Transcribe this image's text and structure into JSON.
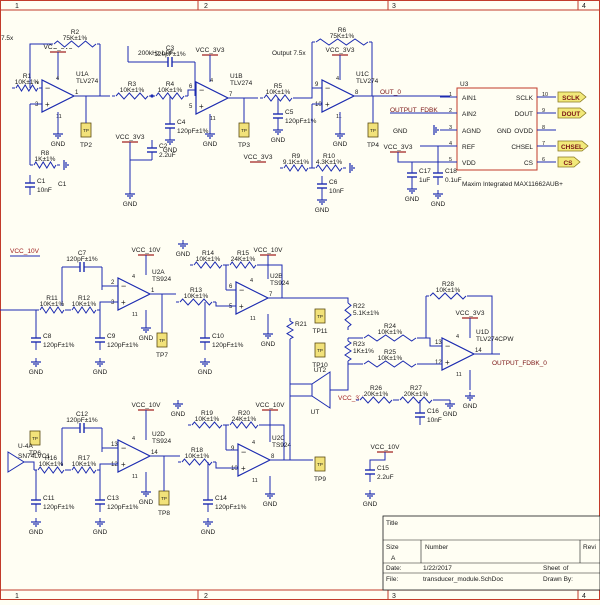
{
  "colors": {
    "background": "#fffef3",
    "frame": "#c23b2a",
    "wire": "#1c2bb0",
    "label": "#7a1414",
    "power": "#9c1818",
    "ground": "#1c2bb0",
    "port": "#f2e97a",
    "tp": "#f2e27a",
    "text": "#1a1a1a"
  },
  "border": {
    "columns": [
      "1",
      "2",
      "3",
      "4"
    ]
  },
  "top_left_text": "7.5x",
  "labels": {
    "lpf_note": "200kHz LPF",
    "out_note": "Output 7.5x",
    "out_0": "OUT_0",
    "output_fdbk": "OUTPUT_FDBK",
    "output_fdbk_0": "OUTPUT_FDBK_0",
    "vcc_3v3": "VCC_3V3",
    "vcc_10v": "VCC_10V",
    "gnd": "GND",
    "adc_footer": "Maxim Integrated MAX11662AUB+"
  },
  "amps": {
    "u1a": {
      "ref": "U1A",
      "part": "TLV274"
    },
    "u1b": {
      "ref": "U1B",
      "part": "TLV274"
    },
    "u1c": {
      "ref": "U1C",
      "part": "TLV274"
    },
    "u2a": {
      "ref": "U2A",
      "part": "TS924"
    },
    "u2b": {
      "ref": "U2B",
      "part": "TS924"
    },
    "u1d": {
      "ref": "U1D",
      "part": "TLV274CPW"
    },
    "u2d": {
      "ref": "U2D",
      "part": "TS924"
    },
    "u2c": {
      "ref": "U2C",
      "part": "TS924"
    },
    "u4a": {
      "ref": "U-4A",
      "part": "SN74LVC1"
    }
  },
  "resistors": {
    "r1": {
      "ref": "R1",
      "value": "10K±1%"
    },
    "r2": {
      "ref": "R2",
      "value": "75K±1%"
    },
    "r3": {
      "ref": "R3",
      "value": "10K±1%"
    },
    "r4": {
      "ref": "R4",
      "value": "10K±1%"
    },
    "r5": {
      "ref": "R5",
      "value": "10K±1%"
    },
    "r6": {
      "ref": "R6",
      "value": "75K±1%"
    },
    "r8": {
      "ref": "R8",
      "value": "1K±1%"
    },
    "r9": {
      "ref": "R9",
      "value": "9.1K±1%"
    },
    "r10": {
      "ref": "R10",
      "value": "4.3K±1%"
    },
    "r11": {
      "ref": "R11",
      "value": "10K±1%"
    },
    "r12": {
      "ref": "R12",
      "value": "10K±1%"
    },
    "r13": {
      "ref": "R13",
      "value": "10K±1%"
    },
    "r14": {
      "ref": "R14",
      "value": "10K±1%"
    },
    "r15": {
      "ref": "R15",
      "value": "24K±1%"
    },
    "r16": {
      "ref": "R16",
      "value": "10K±1%"
    },
    "r17": {
      "ref": "R17",
      "value": "10K±1%"
    },
    "r18": {
      "ref": "R18",
      "value": "10K±1%"
    },
    "r19": {
      "ref": "R19",
      "value": "10K±1%"
    },
    "r20": {
      "ref": "R20",
      "value": "24K±1%"
    },
    "r21": {
      "ref": "R21",
      "value": ""
    },
    "r22": {
      "ref": "R22",
      "value": "5.1K±1%"
    },
    "r23": {
      "ref": "R23",
      "value": "1K±1%"
    },
    "r24": {
      "ref": "R24",
      "value": "10K±1%"
    },
    "r25": {
      "ref": "R25",
      "value": "10K±1%"
    },
    "r26": {
      "ref": "R26",
      "value": "20K±1%"
    },
    "r27": {
      "ref": "R27",
      "value": "20K±1%"
    },
    "r28": {
      "ref": "R28",
      "value": "10K±1%"
    }
  },
  "capacitors": {
    "c1": {
      "ref": "C1",
      "value": "10nF"
    },
    "c2": {
      "ref": "C2",
      "value": "2.2uF"
    },
    "c3": {
      "ref": "C3",
      "value": "120pF±1%"
    },
    "c4": {
      "ref": "C4",
      "value": "120pF±1%"
    },
    "c5": {
      "ref": "C5",
      "value": "120pF±1%"
    },
    "c6": {
      "ref": "C6",
      "value": "10nF"
    },
    "c7": {
      "ref": "C7",
      "value": "120pF±1%"
    },
    "c8": {
      "ref": "C8",
      "value": "120pF±1%"
    },
    "c9": {
      "ref": "C9",
      "value": "120pF±1%"
    },
    "c10": {
      "ref": "C10",
      "value": "120pF±1%"
    },
    "c11": {
      "ref": "C11",
      "value": "120pF±1%"
    },
    "c12": {
      "ref": "C12",
      "value": "120pF±1%"
    },
    "c13": {
      "ref": "C13",
      "value": "120pF±1%"
    },
    "c14": {
      "ref": "C14",
      "value": "120pF±1%"
    },
    "c15": {
      "ref": "C15",
      "value": "2.2uF"
    },
    "c16": {
      "ref": "C16",
      "value": "10nF"
    },
    "c17": {
      "ref": "C17",
      "value": "1uF"
    },
    "c18": {
      "ref": "C18",
      "value": "0.1uF"
    }
  },
  "test_points": {
    "tp2": "TP2",
    "tp3": "TP3",
    "tp4": "TP4",
    "tp6": "TP6",
    "tp7": "TP7",
    "tp8": "TP8",
    "tp9": "TP9",
    "tp10": "TP10",
    "tp11": "TP11"
  },
  "ut": {
    "ut2": "UT2",
    "ut": "UT"
  },
  "adc": {
    "ref": "U3",
    "left_pins": [
      "AIN1",
      "AIN2",
      "AGND",
      "REF",
      "VDD"
    ],
    "left_nums": [
      "1",
      "2",
      "3",
      "4",
      "5"
    ],
    "right_pins": [
      "SCLK",
      "DOUT",
      "OVDD",
      "CHSEL",
      "CS"
    ],
    "right_nums": [
      "10",
      "9",
      "8",
      "7",
      "6"
    ]
  },
  "ports": {
    "sclk": "SCLK",
    "dout": "DOUT",
    "chsel": "CHSEL",
    "cs": "CS"
  },
  "title_block": {
    "title": "Title",
    "size_label": "Size",
    "size_value": "A",
    "number_label": "Number",
    "revision_label": "Revi",
    "date_label": "Date:",
    "date_value": "1/22/2017",
    "sheet_label": "Sheet",
    "sheet_of": "of",
    "file_label": "File:",
    "file_value": "transducer_module.SchDoc",
    "drawn_label": "Drawn By:"
  }
}
